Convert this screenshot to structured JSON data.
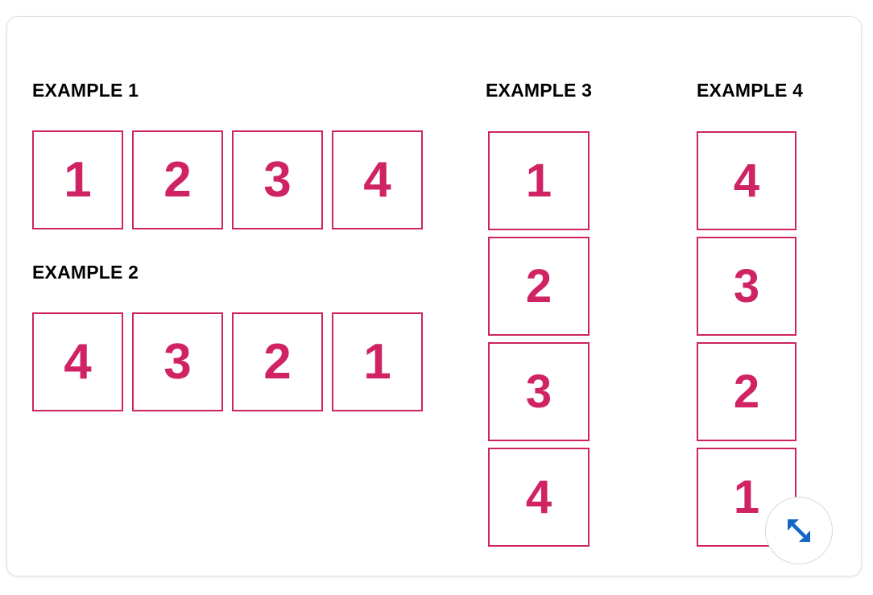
{
  "colors": {
    "accent_pink": "#cf2364",
    "heading_black": "#000000",
    "handle_blue": "#1266c4",
    "card_border": "#e3e3e3",
    "card_background": "#ffffff",
    "page_background": "#ffffff"
  },
  "card": {
    "examples": [
      {
        "id": "example-1",
        "title": "EXAMPLE 1",
        "orientation": "horizontal",
        "items": [
          "1",
          "2",
          "3",
          "4"
        ]
      },
      {
        "id": "example-2",
        "title": "EXAMPLE 2",
        "orientation": "horizontal",
        "items": [
          "4",
          "3",
          "2",
          "1"
        ]
      },
      {
        "id": "example-3",
        "title": "EXAMPLE 3",
        "orientation": "vertical",
        "items": [
          "1",
          "2",
          "3",
          "4"
        ]
      },
      {
        "id": "example-4",
        "title": "EXAMPLE 4",
        "orientation": "vertical",
        "items": [
          "4",
          "3",
          "2",
          "1"
        ]
      }
    ],
    "expand_handle": {
      "icon": "expand-diagonal-arrows-icon",
      "label": ""
    }
  }
}
